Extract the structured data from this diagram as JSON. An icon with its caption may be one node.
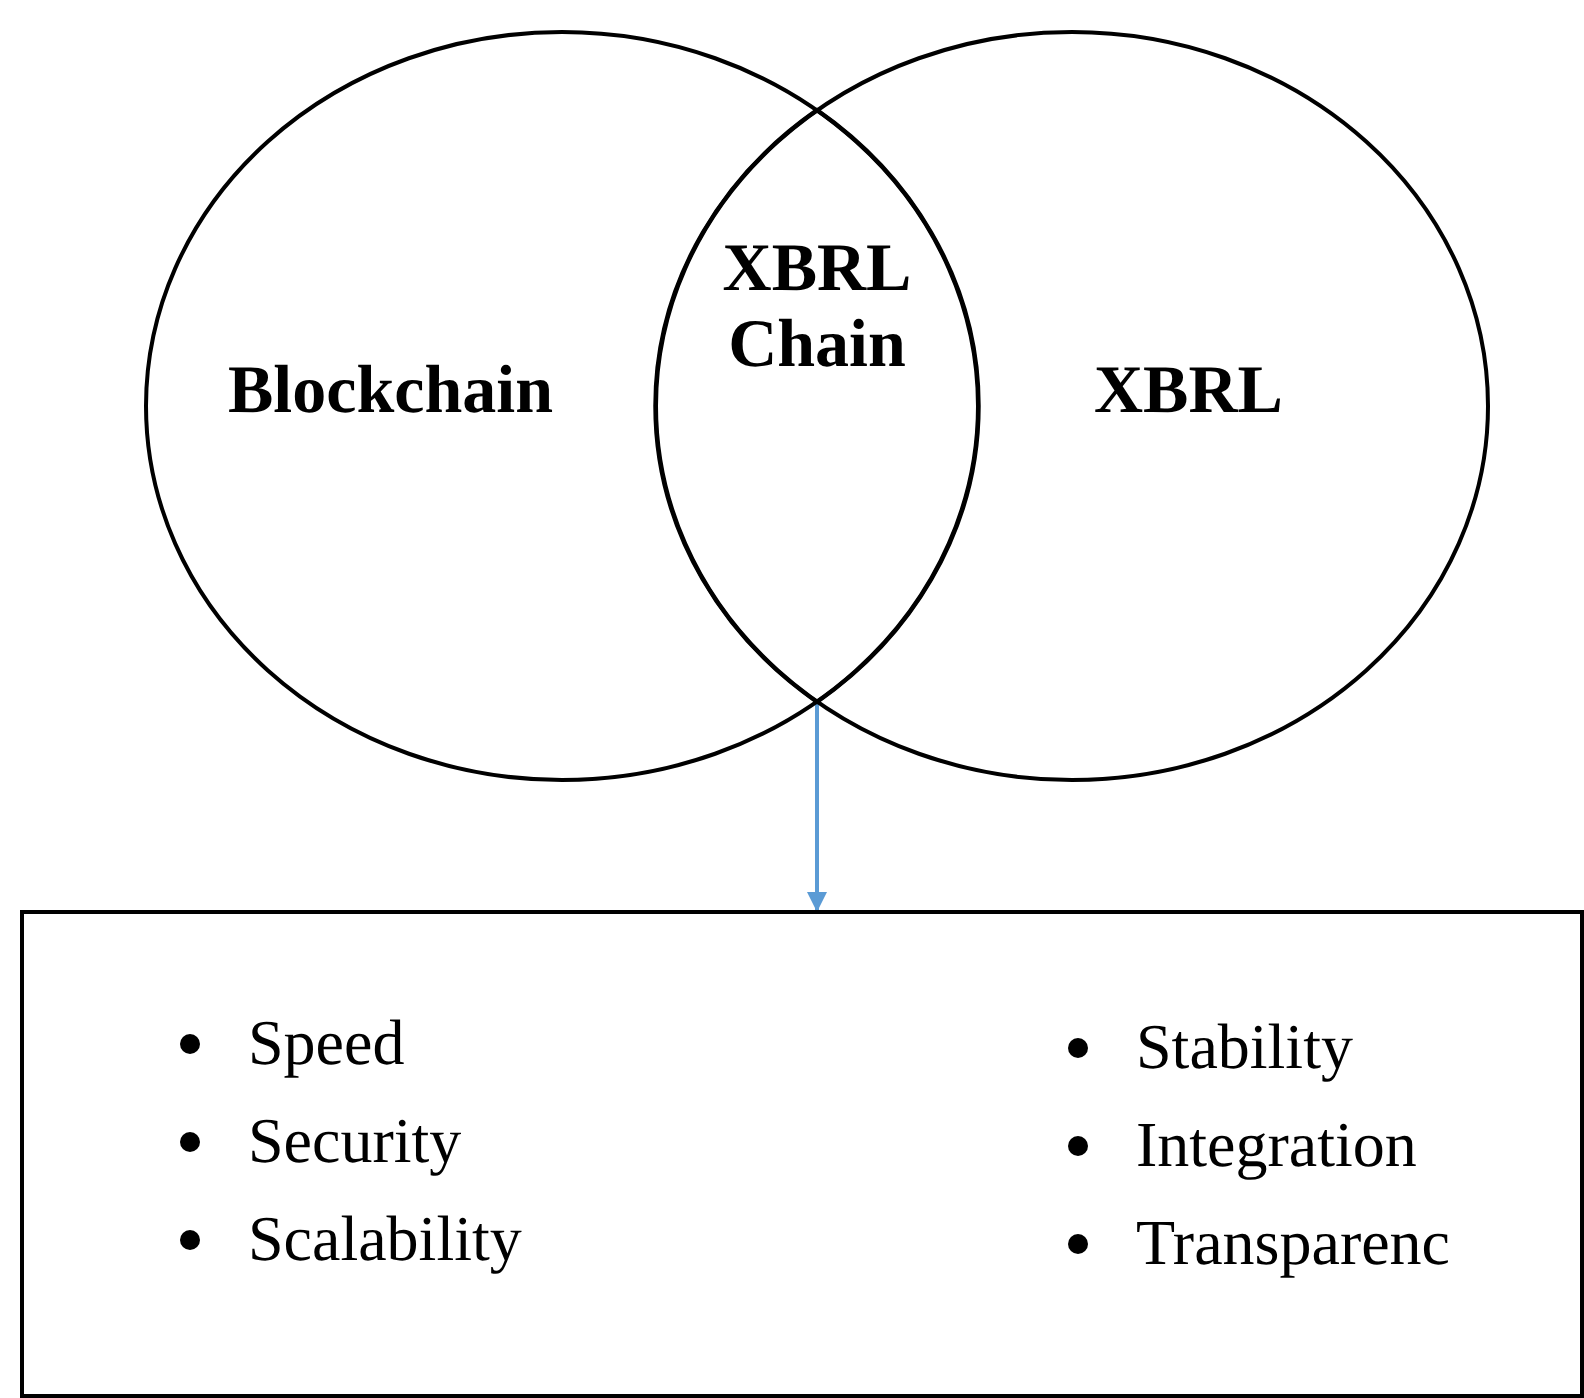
{
  "diagram": {
    "nodes": [
      {
        "text": [
          "Blockchain"
        ]
      },
      {
        "text": [
          "XBRL"
        ]
      },
      {
        "text": [
          "XBRL Chain"
        ]
      },
      {
        "text": [
          "Speed",
          "Security",
          "Scalability",
          "Stability",
          "Integration",
          "Transparenc"
        ]
      }
    ],
    "edges": [
      {
        "from": 2,
        "to": 3,
        "arrow": "to"
      }
    ]
  }
}
